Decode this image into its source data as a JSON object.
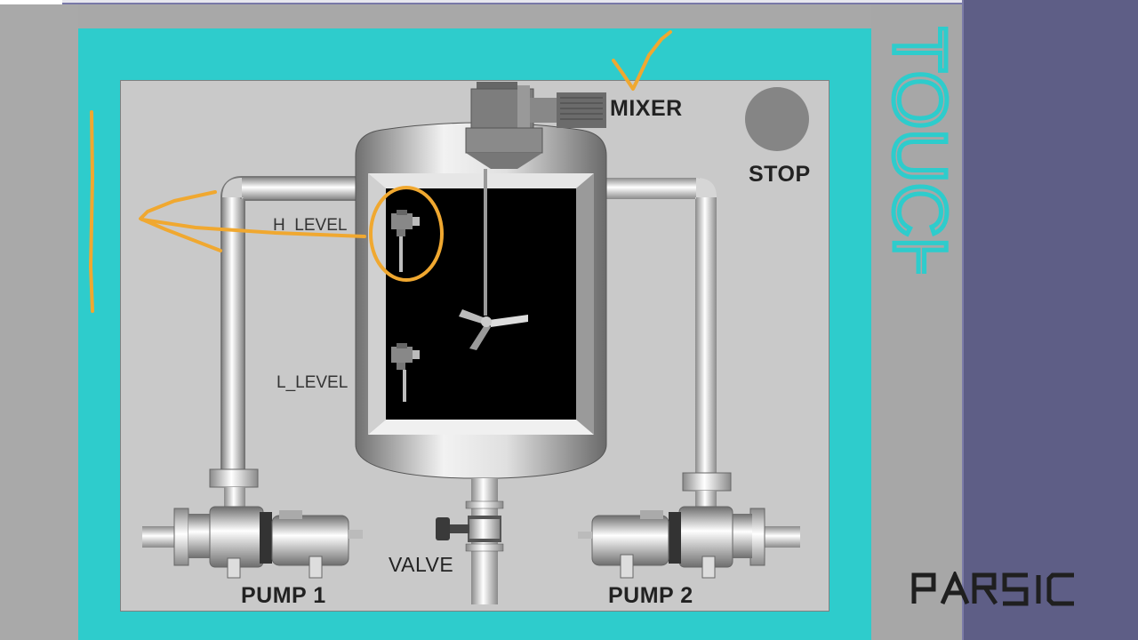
{
  "hmi": {
    "mixer_label": "MIXER",
    "stop_label": "STOP",
    "h_level_label": "H_LEVEL",
    "l_level_label": "L_LEVEL",
    "valve_label": "VALVE",
    "pump1_label": "PUMP 1",
    "pump2_label": "PUMP 2"
  },
  "panel": {
    "touch_label": "TOUCH",
    "brand_logo": "PARSIC"
  },
  "colors": {
    "bezel": "#2ecccc",
    "screen_bg": "#c9c9c9",
    "tank_interior": "#000000",
    "annotation": "#f0a830",
    "right_panel": "#5e5e86",
    "stop_button": "#858585"
  }
}
